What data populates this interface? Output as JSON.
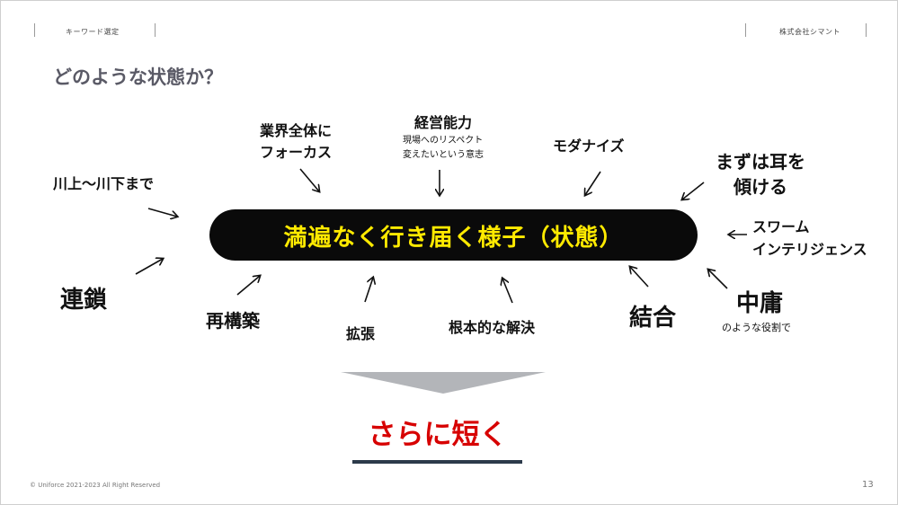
{
  "header": {
    "section": "キーワード選定",
    "company": "株式会社シマント"
  },
  "title": "どのような状態か？",
  "center": "満遍なく行き届く様子（状態）",
  "keywords": {
    "kawakami": "川上〜川下まで",
    "gyokai": [
      "業界全体に",
      "フォーカス"
    ],
    "keiei": "経営能力",
    "keiei_sub": [
      "現場へのリスペクト",
      "変えたいという意志"
    ],
    "modernize": "モダナイズ",
    "mazu": [
      "まずは耳を",
      "傾ける"
    ],
    "swarm": [
      "スワーム",
      "インテリジェンス"
    ],
    "rensa": "連鎖",
    "saikochiku": "再構築",
    "kakucho": "拡張",
    "konpon": "根本的な解決",
    "ketsugo": "結合",
    "chuyo": "中庸",
    "chuyo_sub": "のような役割で"
  },
  "result": "さらに短く",
  "footer": {
    "copyright": "© Uniforce 2021-2023    All Right Reserved",
    "page": "13"
  },
  "colors": {
    "title": "#5a5a66",
    "pill": "#0a0a0a",
    "highlight": "#ffea00",
    "result": "#d70000",
    "underline": "#2c3a4a",
    "chevron": "#b3b5b9"
  }
}
